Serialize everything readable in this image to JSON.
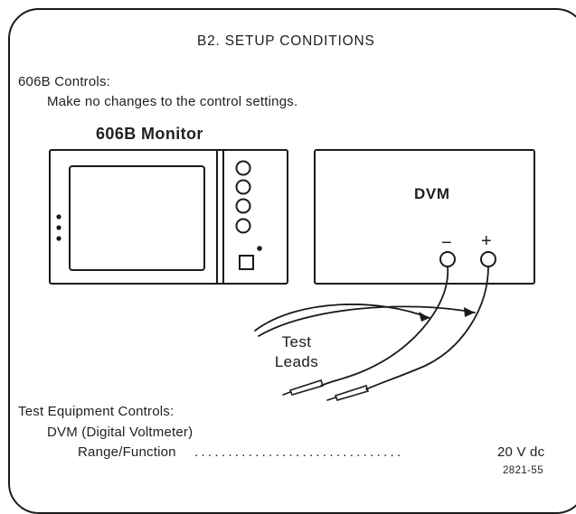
{
  "title": "B2. SETUP CONDITIONS",
  "controls": {
    "heading": "606B Controls:",
    "instruction": "Make no changes to the control settings."
  },
  "monitor": {
    "label": "606B Monitor"
  },
  "dvm": {
    "label": "DVM",
    "minus_symbol": "−",
    "plus_symbol": "+"
  },
  "leads": {
    "line1": "Test",
    "line2": "Leads"
  },
  "equipment": {
    "heading": "Test Equipment Controls:",
    "device": "DVM (Digital Voltmeter)",
    "setting_name": "Range/Function",
    "leader_dots": "...............................",
    "setting_value": "20 V dc"
  },
  "figure_id": "2821-55",
  "colors": {
    "ink": "#1a1a1a",
    "background": "#ffffff"
  }
}
